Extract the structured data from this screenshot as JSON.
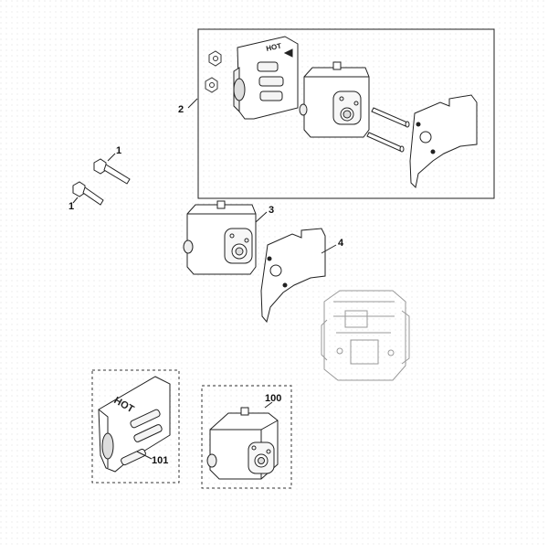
{
  "callouts": {
    "c1a": "1",
    "c1b": "1",
    "c2": "2",
    "c3": "3",
    "c4": "4",
    "c100": "100",
    "c101": "101"
  },
  "stamp": "HOT"
}
